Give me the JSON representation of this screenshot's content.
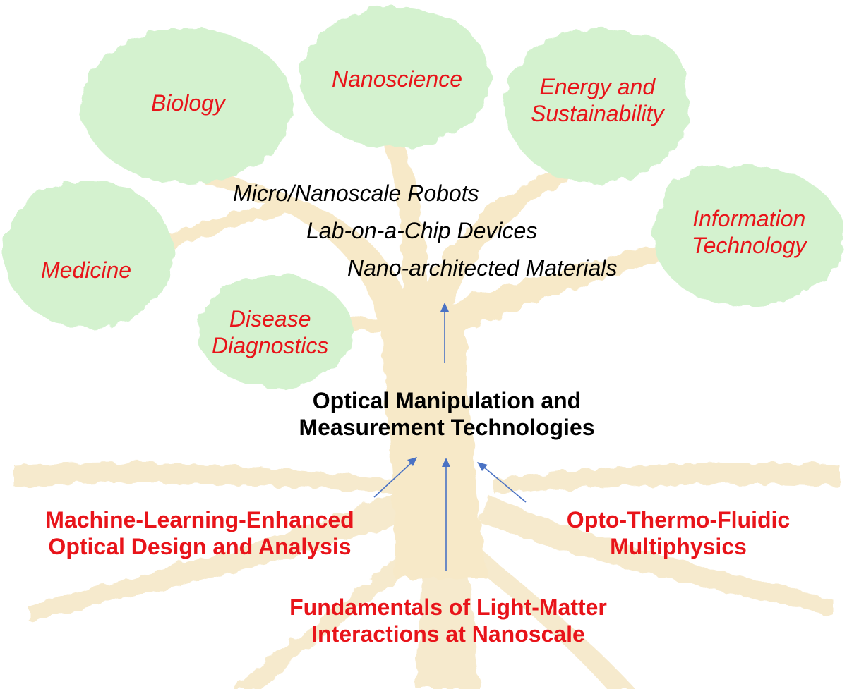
{
  "colors": {
    "canopy": "#d4f2cf",
    "canopy_edge": "#bfeab8",
    "trunk": "#f7e9c8",
    "roots": "#f3e3bd",
    "leaf_text": "#e8141a",
    "app_text": "#000000",
    "arrow": "#4a72c4"
  },
  "canopy": {
    "biology": "Biology",
    "nanoscience": "Nanoscience",
    "energy": [
      "Energy and",
      "Sustainability"
    ],
    "information": [
      "Information",
      "Technology"
    ],
    "medicine": "Medicine",
    "disease": [
      "Disease",
      "Diagnostics"
    ]
  },
  "applications": [
    "Micro/Nanoscale Robots",
    "Lab-on-a-Chip Devices",
    "Nano-architected Materials"
  ],
  "core": [
    "Optical Manipulation and",
    "Measurement Technologies"
  ],
  "foundations": {
    "ml": [
      "Machine-Learning-Enhanced",
      "Optical Design and Analysis"
    ],
    "otf": [
      "Opto-Thermo-Fluidic",
      "Multiphysics"
    ],
    "lmi": [
      "Fundamentals of Light-Matter",
      "Interactions at Nanoscale"
    ]
  },
  "icons": {
    "arrow_up": "arrow-up-icon",
    "arrow_diag": "arrow-diagonal-icon"
  }
}
